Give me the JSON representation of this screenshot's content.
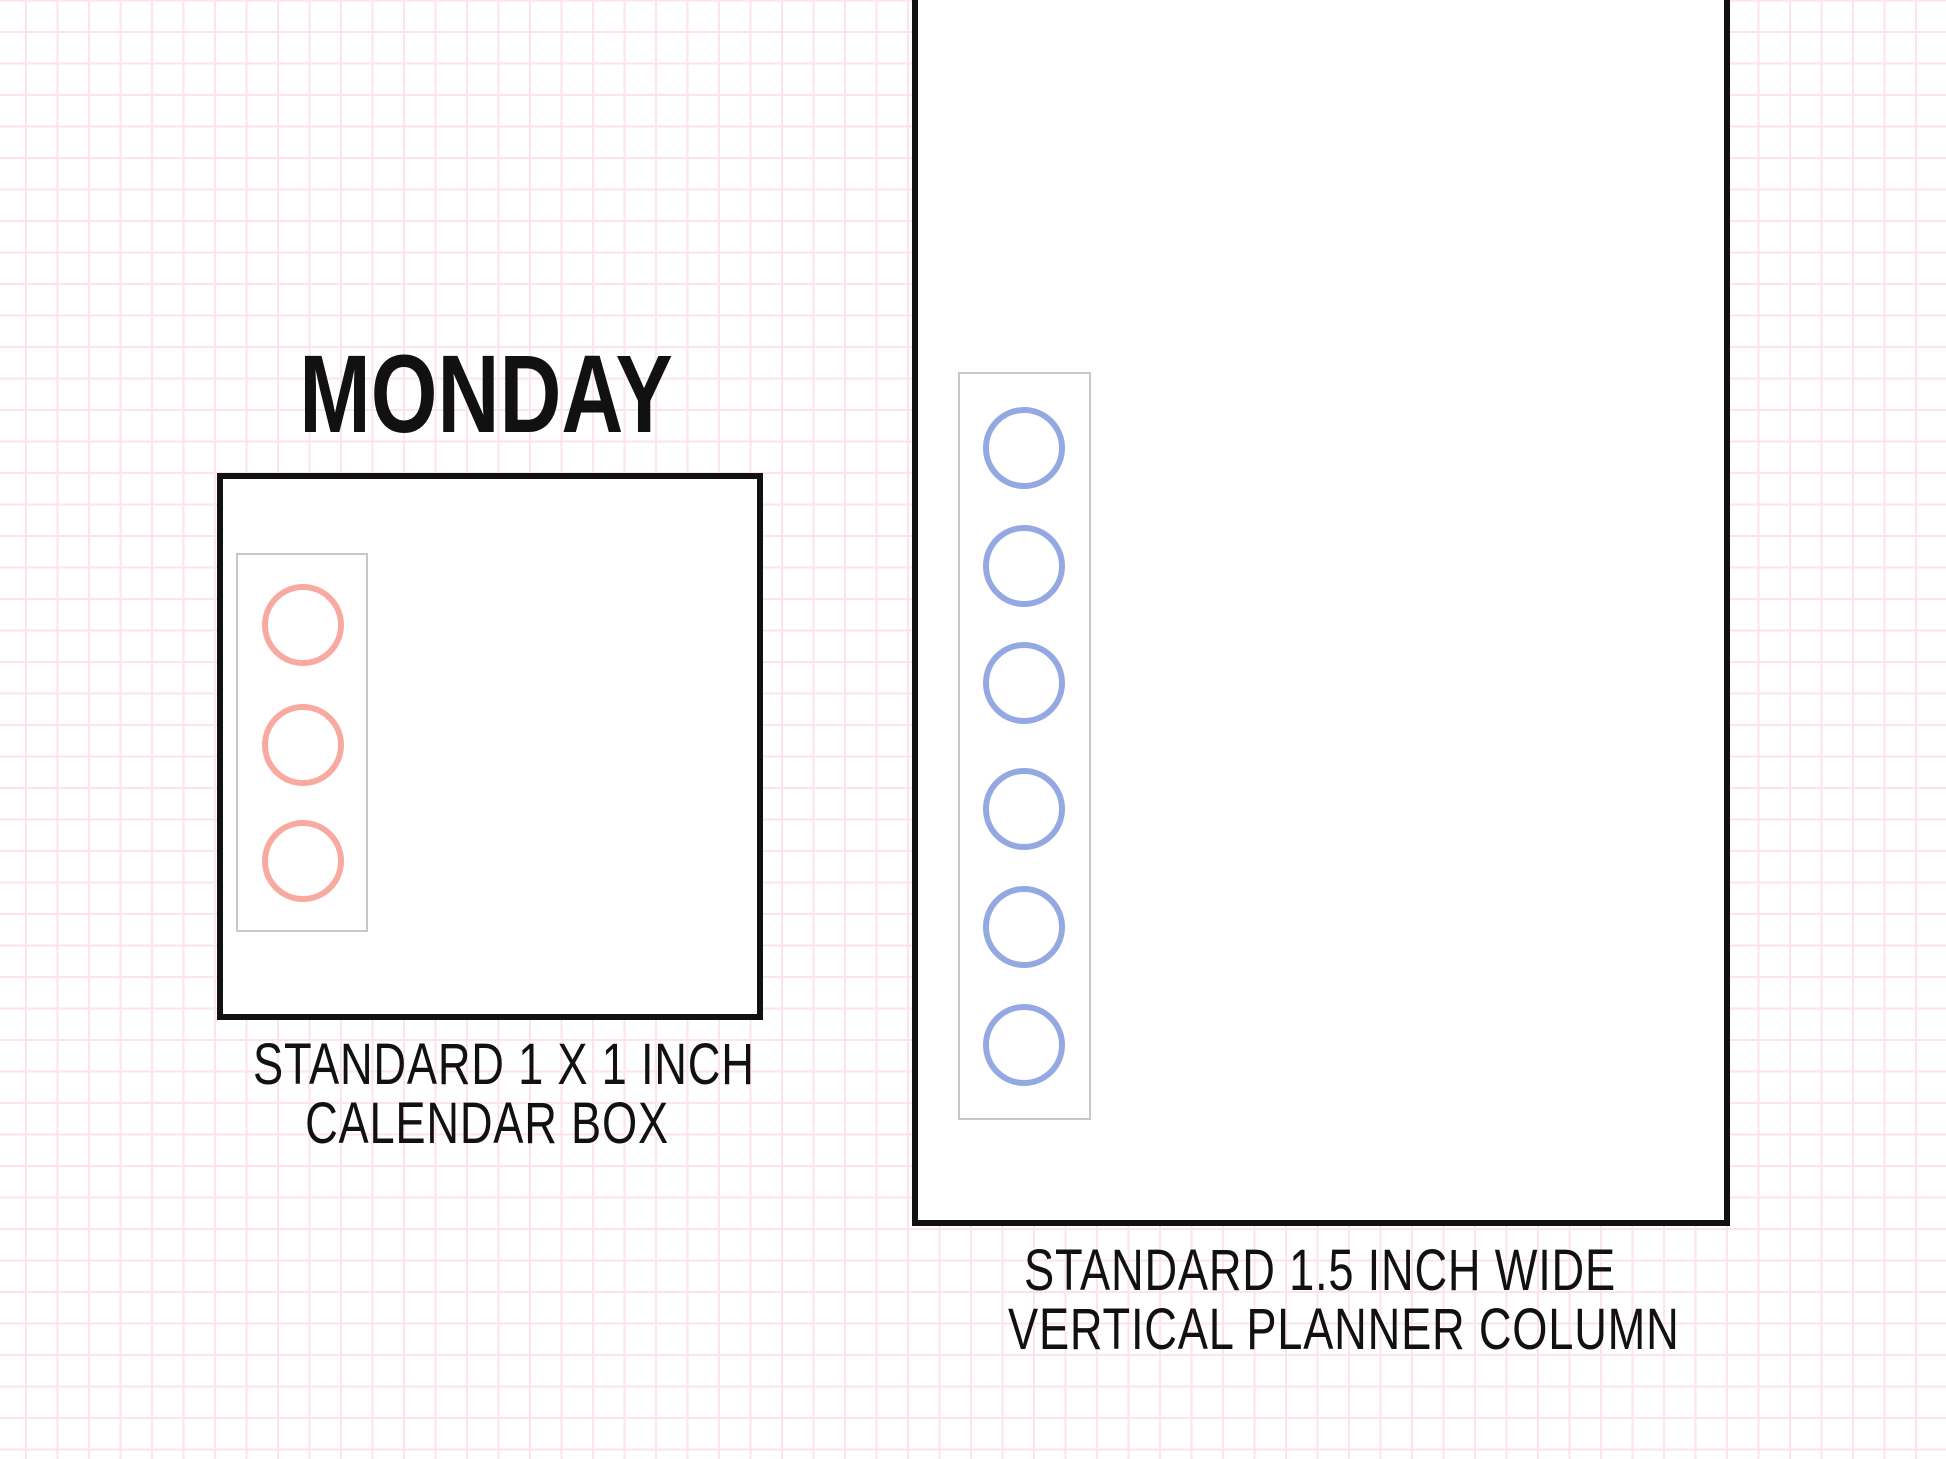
{
  "day_heading": "MONDAY",
  "calendar_box": {
    "caption_line1": "STANDARD 1 X 1 INCH",
    "caption_line2": "CALENDAR BOX",
    "circle_count": 3,
    "circle_color": "#f8a9a0"
  },
  "planner_column": {
    "caption_line1": "STANDARD 1.5 INCH WIDE",
    "caption_line2": "VERTICAL PLANNER COLUMN",
    "circle_count": 6,
    "circle_color": "#94a8e2"
  }
}
